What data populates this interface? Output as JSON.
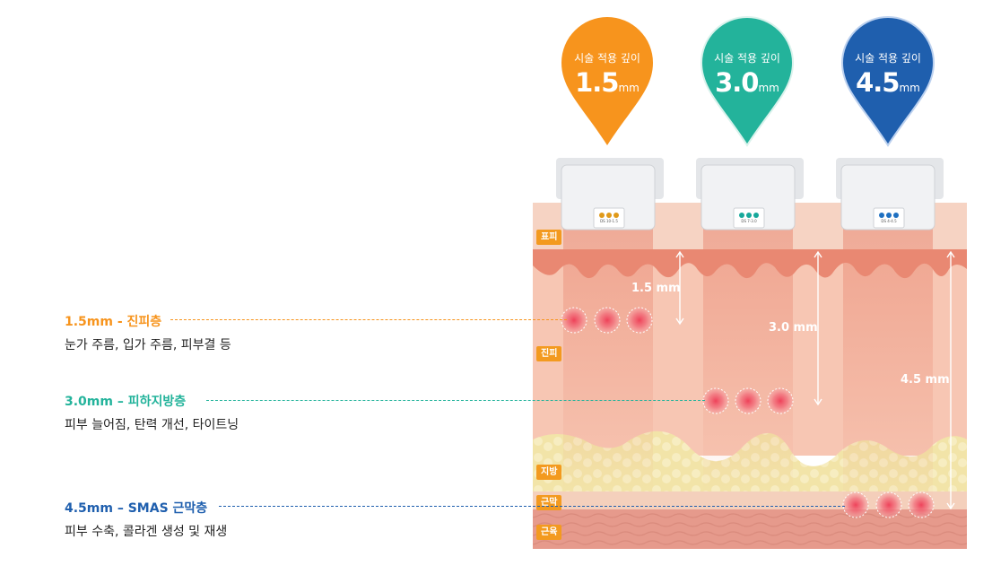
{
  "cartridges": [
    {
      "caption": "시술 적용 깊이",
      "value": "1.5",
      "unit": "mm",
      "color": "#f7941d",
      "dot_color": "#e09a1a",
      "model": "DS 10-1.5"
    },
    {
      "caption": "시술 적용 깊이",
      "value": "3.0",
      "unit": "mm",
      "color": "#23b39b",
      "dot_color": "#17a89b",
      "model": "DS 7-3.0"
    },
    {
      "caption": "시술 적용 깊이",
      "value": "4.5",
      "unit": "mm",
      "color": "#1f5fae",
      "dot_color": "#1f70c1",
      "model": "DS 4-4.5"
    }
  ],
  "layers": [
    "표피",
    "진피",
    "지방",
    "근막",
    "근육"
  ],
  "depth_labels": [
    "1.5 mm",
    "3.0 mm",
    "4.5 mm"
  ],
  "targets": [
    {
      "title": "1.5mm - 진피층",
      "desc": "눈가 주름, 입가 주름, 피부결 등",
      "color": "#f7941d"
    },
    {
      "title": "3.0mm – 피하지방층",
      "desc": "피부 늘어짐, 탄력 개선, 타이트닝",
      "color": "#23b39b"
    },
    {
      "title": "4.5mm – SMAS 근막층",
      "desc": "피부 수축, 콜라겐 생성 및 재생",
      "color": "#1f5fae"
    }
  ],
  "colors": {
    "tag": "#f39a1f",
    "epidermis": "#e98872",
    "dermis": "#f7c6b3",
    "fat": "#f2e4a8",
    "fascia": "#f4d0bc",
    "muscle": "#e69a8c"
  }
}
